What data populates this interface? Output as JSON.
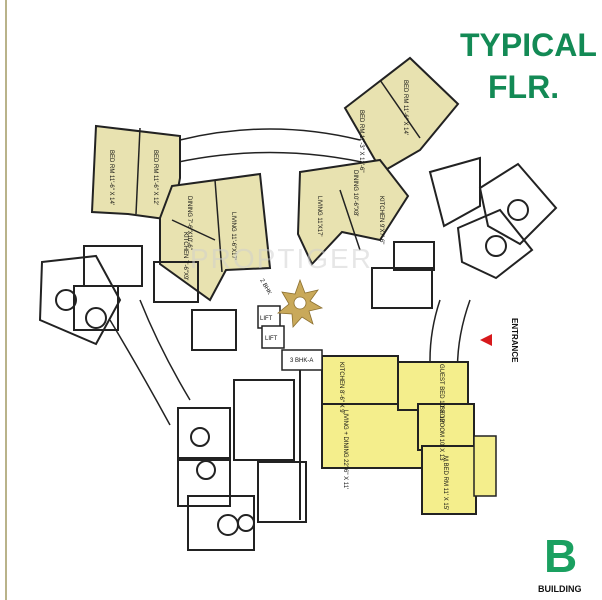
{
  "title": {
    "line1": "TYPICAL",
    "line2": "FLR."
  },
  "building": {
    "letter": "B",
    "label": "BUILDING"
  },
  "entrance": "ENTRANCE",
  "watermark": "PROPTIGER",
  "core": {
    "lift1": "LIFT",
    "lift2": "LIFT",
    "bhk3": "3 BHK-A",
    "bhk2": "2 BHK"
  },
  "colors": {
    "green": "#1aa060",
    "unit_fill": "#e8e2b0",
    "highlight": "#f4ee8c",
    "wall": "#222222",
    "arrow": "#d7191c"
  },
  "rooms": {
    "nw_bed1": "BED RM 11'-6\" X 14'",
    "nw_bed2": "BED RM 11'-6\" X 12'",
    "nw_living": "LIVING 11'-6\"X17'",
    "nw_dining": "DINING 7'-6\"X10'-6\"",
    "nw_kitchen": "KITCHEN 7'-6\"X9'",
    "ne_bed1": "BED RM 11'-3\" X 12'-6\"",
    "ne_bed2": "BED RM 11'-6\" X 14'",
    "ne_living": "LIVING 11'X17'",
    "ne_dining": "DINING 10'-6\"X8'",
    "ne_kitchen": "KITCHEN 9'X7'-6\"",
    "se_living": "LIVING + DINING 22'-6\" X 11'",
    "se_kitchen": "KITCHEN 8'-6\" X 9'",
    "se_guest": "GUEST BED 10' X 12'",
    "se_bed": "BEDROOM 10' X 13'",
    "se_mbed": "M BED RM 11' X 15'"
  }
}
